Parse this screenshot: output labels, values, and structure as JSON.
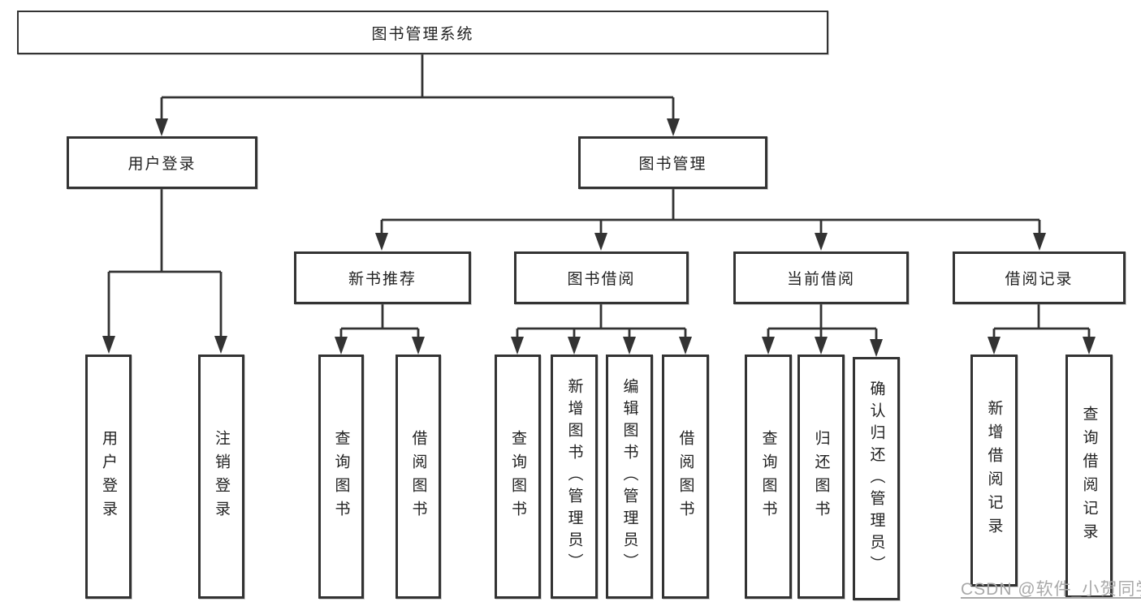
{
  "colors": {
    "line": "#333333",
    "box_border": "#333333",
    "box_fill": "#ffffff",
    "text": "#222222",
    "background": "#ffffff",
    "watermark": "#a9a9a9"
  },
  "nodes": {
    "root": "图书管理系统",
    "level2": {
      "user_login": "用户登录",
      "book_mgmt": "图书管理"
    },
    "level3": {
      "new_book": "新书推荐",
      "book_borrow": "图书借阅",
      "current_borrow": "当前借阅",
      "borrow_record": "借阅记录"
    },
    "leaves": {
      "user_login": [
        "用户登录",
        "注销登录"
      ],
      "new_book": [
        "查询图书",
        "借阅图书"
      ],
      "book_borrow": [
        "查询图书",
        "新增图书（管理员）",
        "编辑图书（管理员）",
        "借阅图书"
      ],
      "current_borrow": [
        "查询图书",
        "归还图书",
        "确认归还（管理员）"
      ],
      "borrow_record": [
        "新增借阅记录",
        "查询借阅记录"
      ]
    }
  },
  "watermark": "CSDN @软件_小贺同学"
}
